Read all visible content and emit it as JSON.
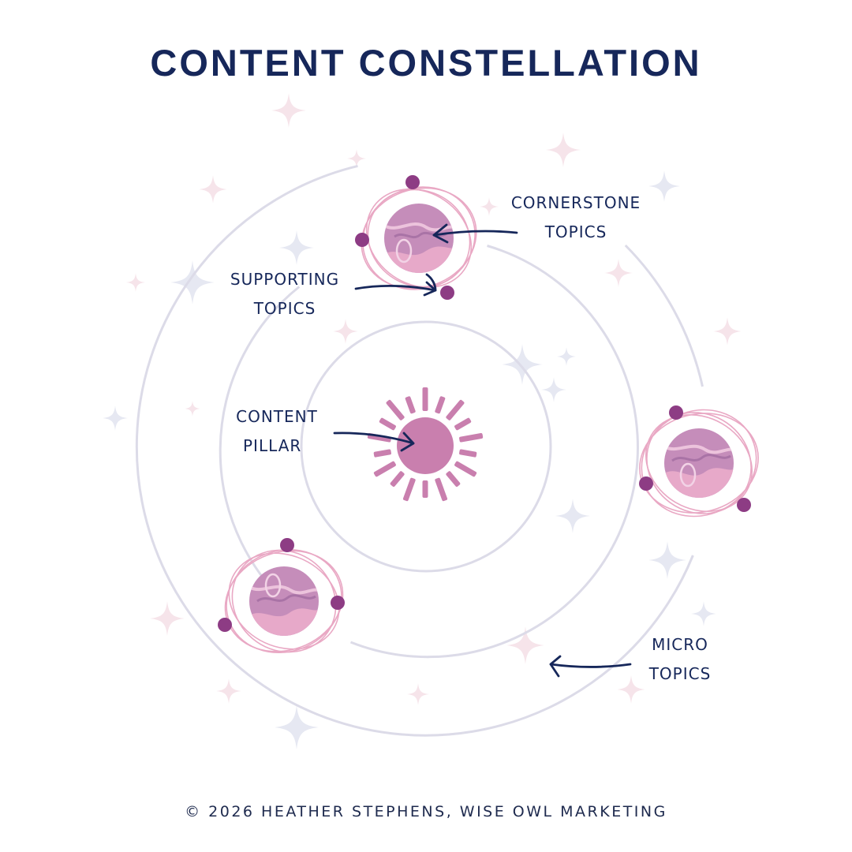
{
  "title": "CONTENT CONSTELLATION",
  "footer": "© 2026 HEATHER STEPHENS, WISE OWL MARKETING",
  "labels": {
    "cornerstone": [
      "CORNERSTONE",
      "TOPICS"
    ],
    "supporting": [
      "SUPPORTING",
      "TOPICS"
    ],
    "pillar": [
      "CONTENT",
      "PILLAR"
    ],
    "micro": [
      "MICRO",
      "TOPICS"
    ]
  },
  "colors": {
    "navy": "#16275a",
    "orbit": "#dcdbe8",
    "sun": "#c97fae",
    "planet": "#c58dba",
    "planet_band": "#e7a9c9",
    "planet_ring": "#e9a8c4",
    "moon": "#8d3c84",
    "sparkle_lavender": "#e6e8f2",
    "sparkle_pink": "#f7e3ea"
  }
}
